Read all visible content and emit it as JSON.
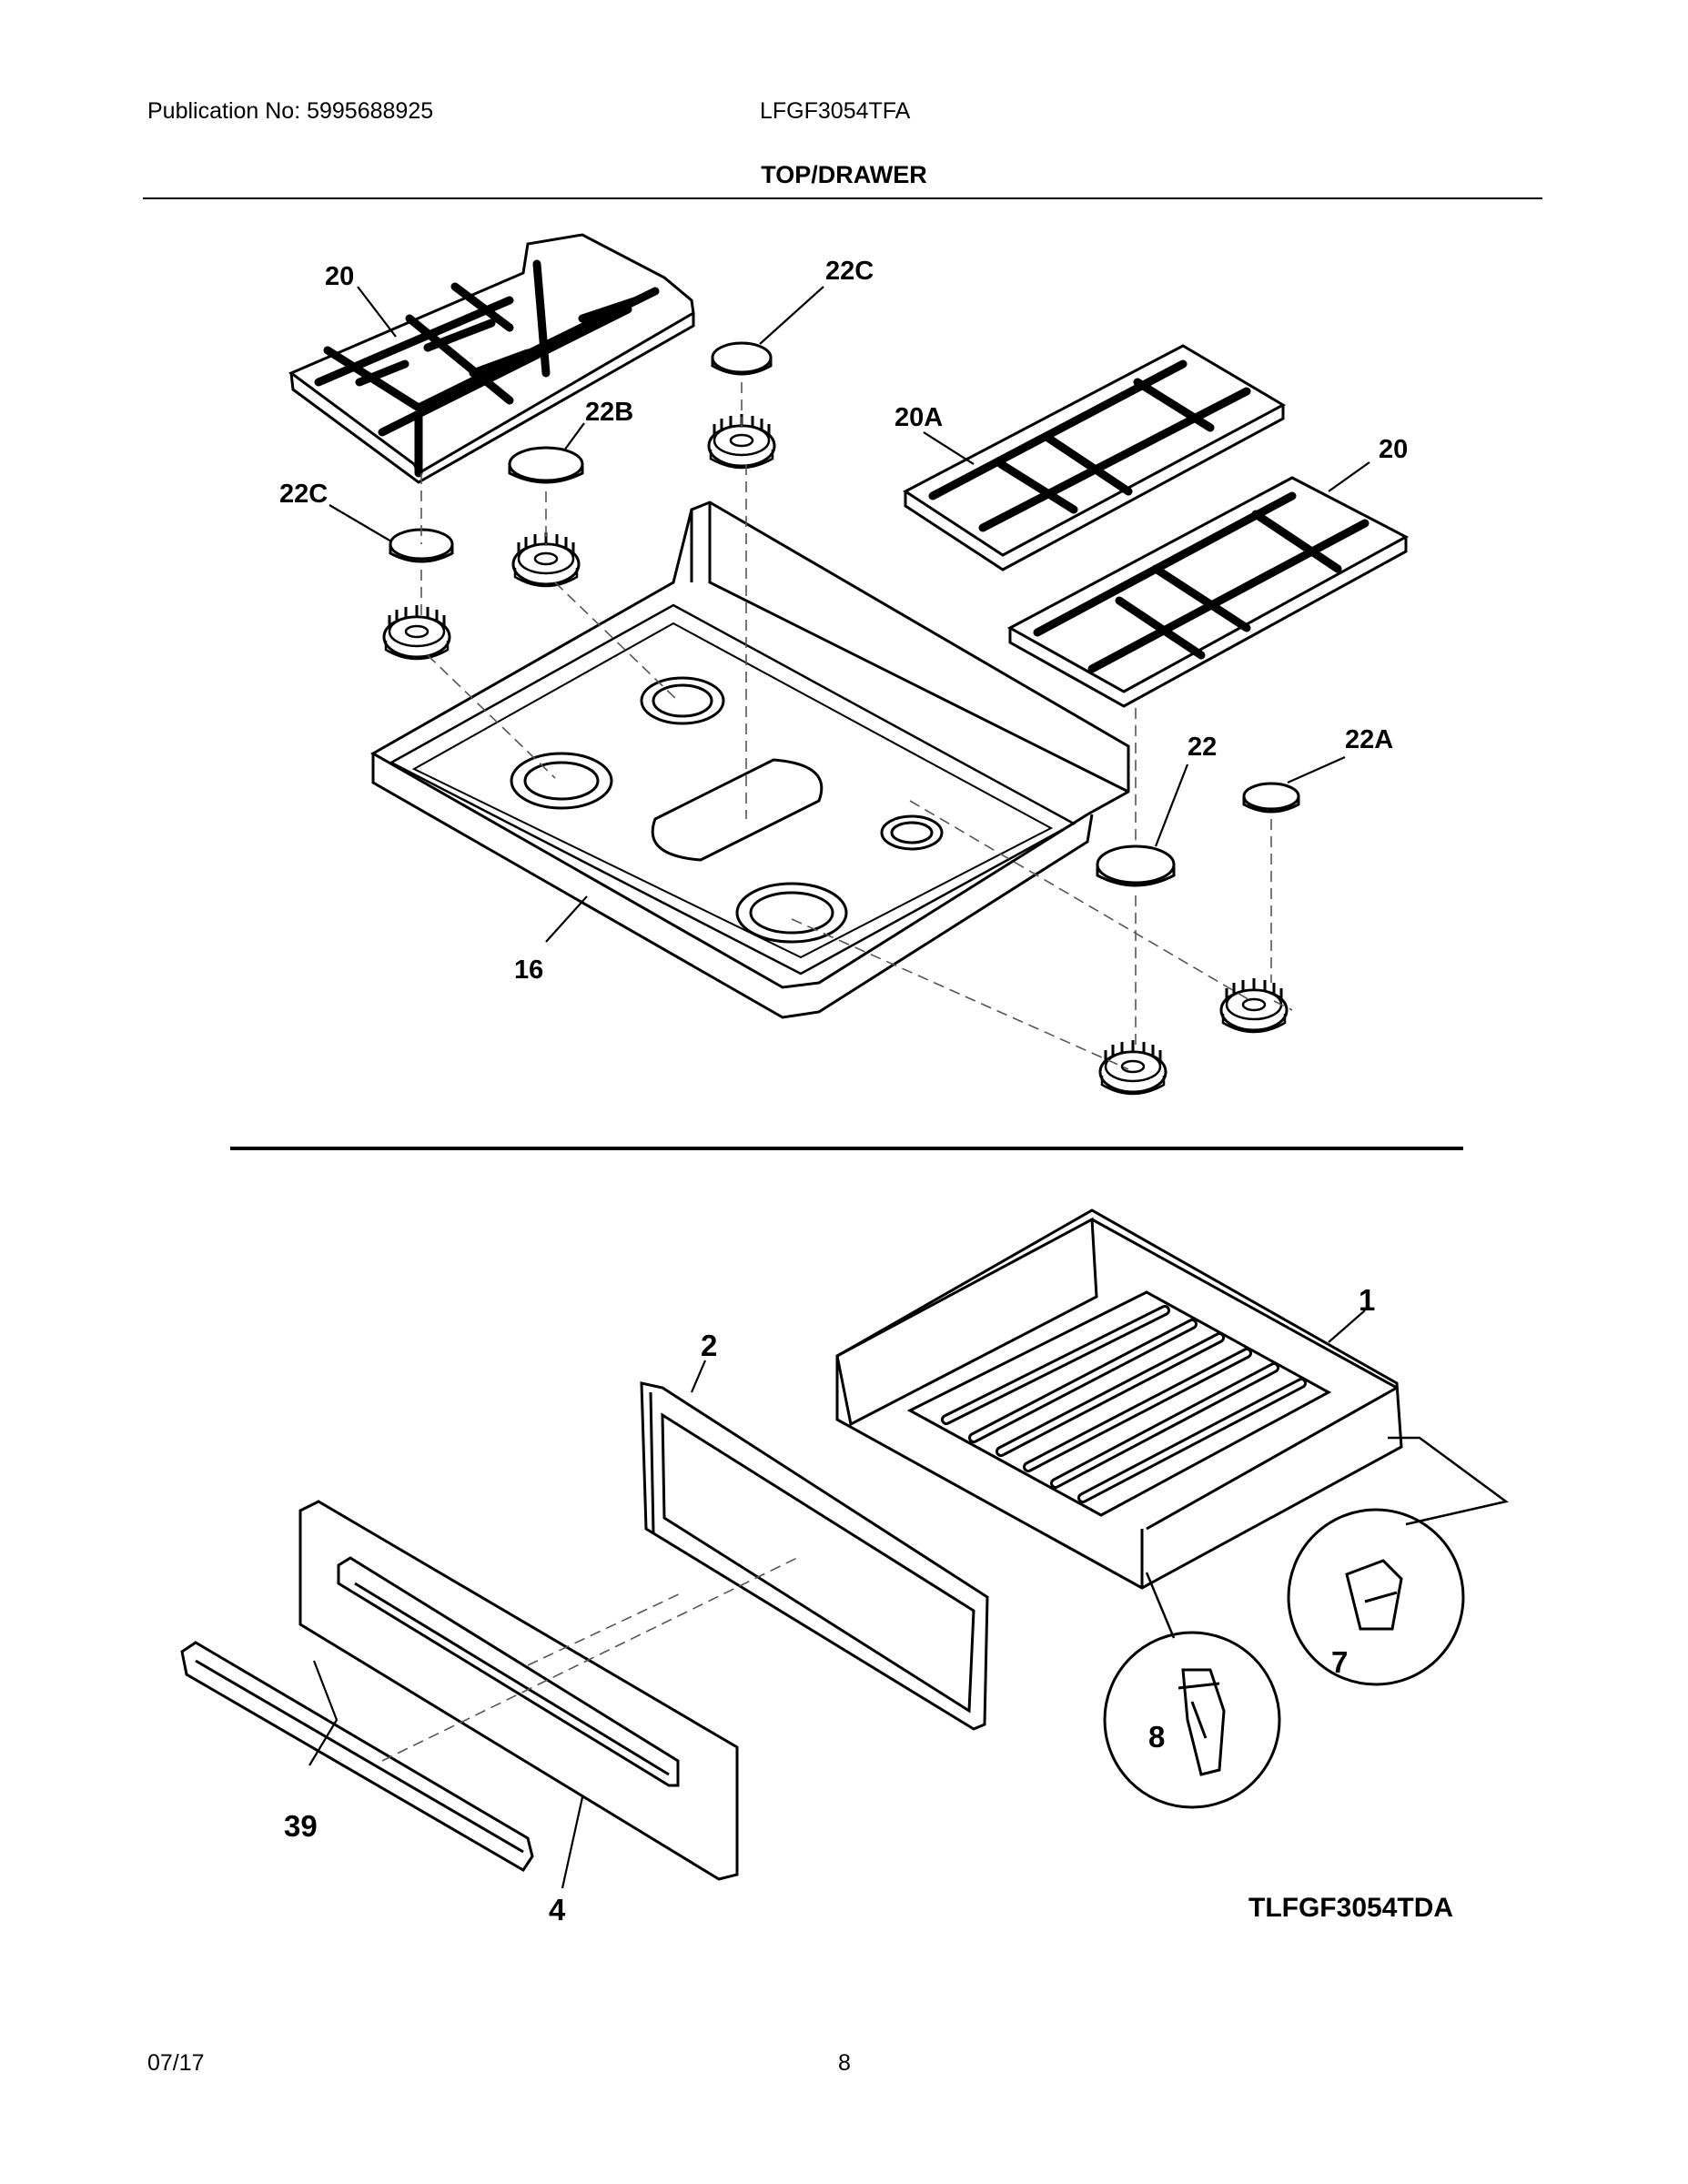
{
  "header": {
    "publication": "Publication No: 5995688925",
    "model": "LFGF3054TFA",
    "title": "TOP/DRAWER"
  },
  "callouts": {
    "grate_left": "20",
    "cap_top_small": "22C",
    "cap_22b": "22B",
    "cap_left_small": "22C",
    "grate_20a": "20A",
    "grate_right": "20",
    "cap_22": "22",
    "cap_22a": "22A",
    "cooktop": "16",
    "drawer_body": "1",
    "drawer_frame": "2",
    "drawer_panel": "4",
    "drawer_trim": "39",
    "clip_7": "7",
    "clip_8": "8"
  },
  "figure_code": "TLFGF3054TDA",
  "footer": {
    "date": "07/17",
    "page": "8"
  }
}
